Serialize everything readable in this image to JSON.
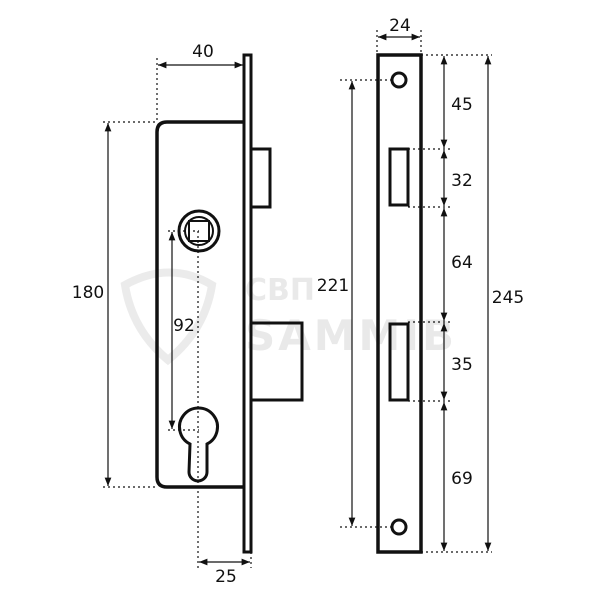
{
  "watermark": {
    "line1": "СВП",
    "line2": "SAMMIB"
  },
  "side_view": {
    "depth_label": "40",
    "body_height_label": "180",
    "center_distance_label": "92",
    "backset_label": "25"
  },
  "front_view": {
    "width_label": "24",
    "hole_spacing_label": "221",
    "total_height_label": "245",
    "segments": [
      "45",
      "32",
      "64",
      "35",
      "69"
    ]
  }
}
